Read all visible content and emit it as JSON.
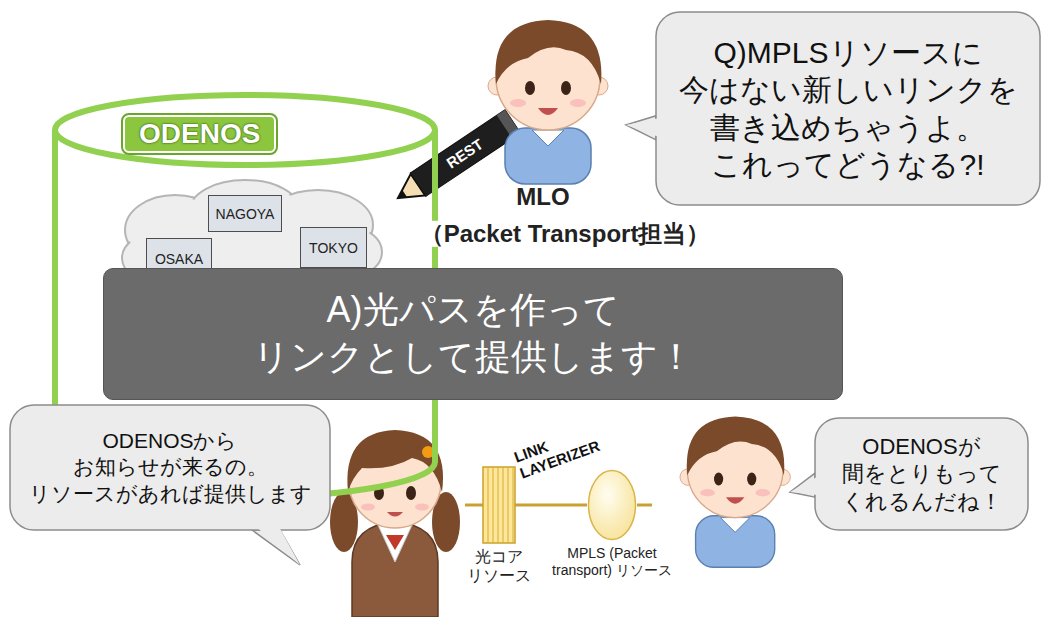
{
  "diagram": {
    "nodes": [
      {
        "text": [
          "ODENOS"
        ]
      },
      {
        "text": [
          "NAGOYA"
        ],
        "in": 0
      },
      {
        "text": [
          "OSAKA"
        ],
        "in": 0
      },
      {
        "text": [
          "TOKYO"
        ],
        "in": 0
      },
      {
        "text": [
          "Q)MPLSリソースに 今はない新しいリンクを 書き込めちゃうよ。 これってどうなる?!"
        ]
      },
      {
        "text": [
          "A)光パスを作って リンクとして提供します！"
        ]
      },
      {
        "text": [
          "ODENOSから お知らせが来るの。 リソースがあれば提供します"
        ]
      },
      {
        "text": [
          "ODENOSが 間をとりもって くれるんだね！"
        ]
      },
      {
        "text": [
          "光コア リソース"
        ]
      },
      {
        "text": [
          "MPLS (Packet transport) リソース"
        ]
      }
    ],
    "edges": [
      {
        "from": 8,
        "to": 9,
        "arrow": "none"
      }
    ],
    "labels": [
      "REST",
      "MLO",
      "（Packet Transport担当）",
      "LINK LAYERIZER"
    ]
  }
}
